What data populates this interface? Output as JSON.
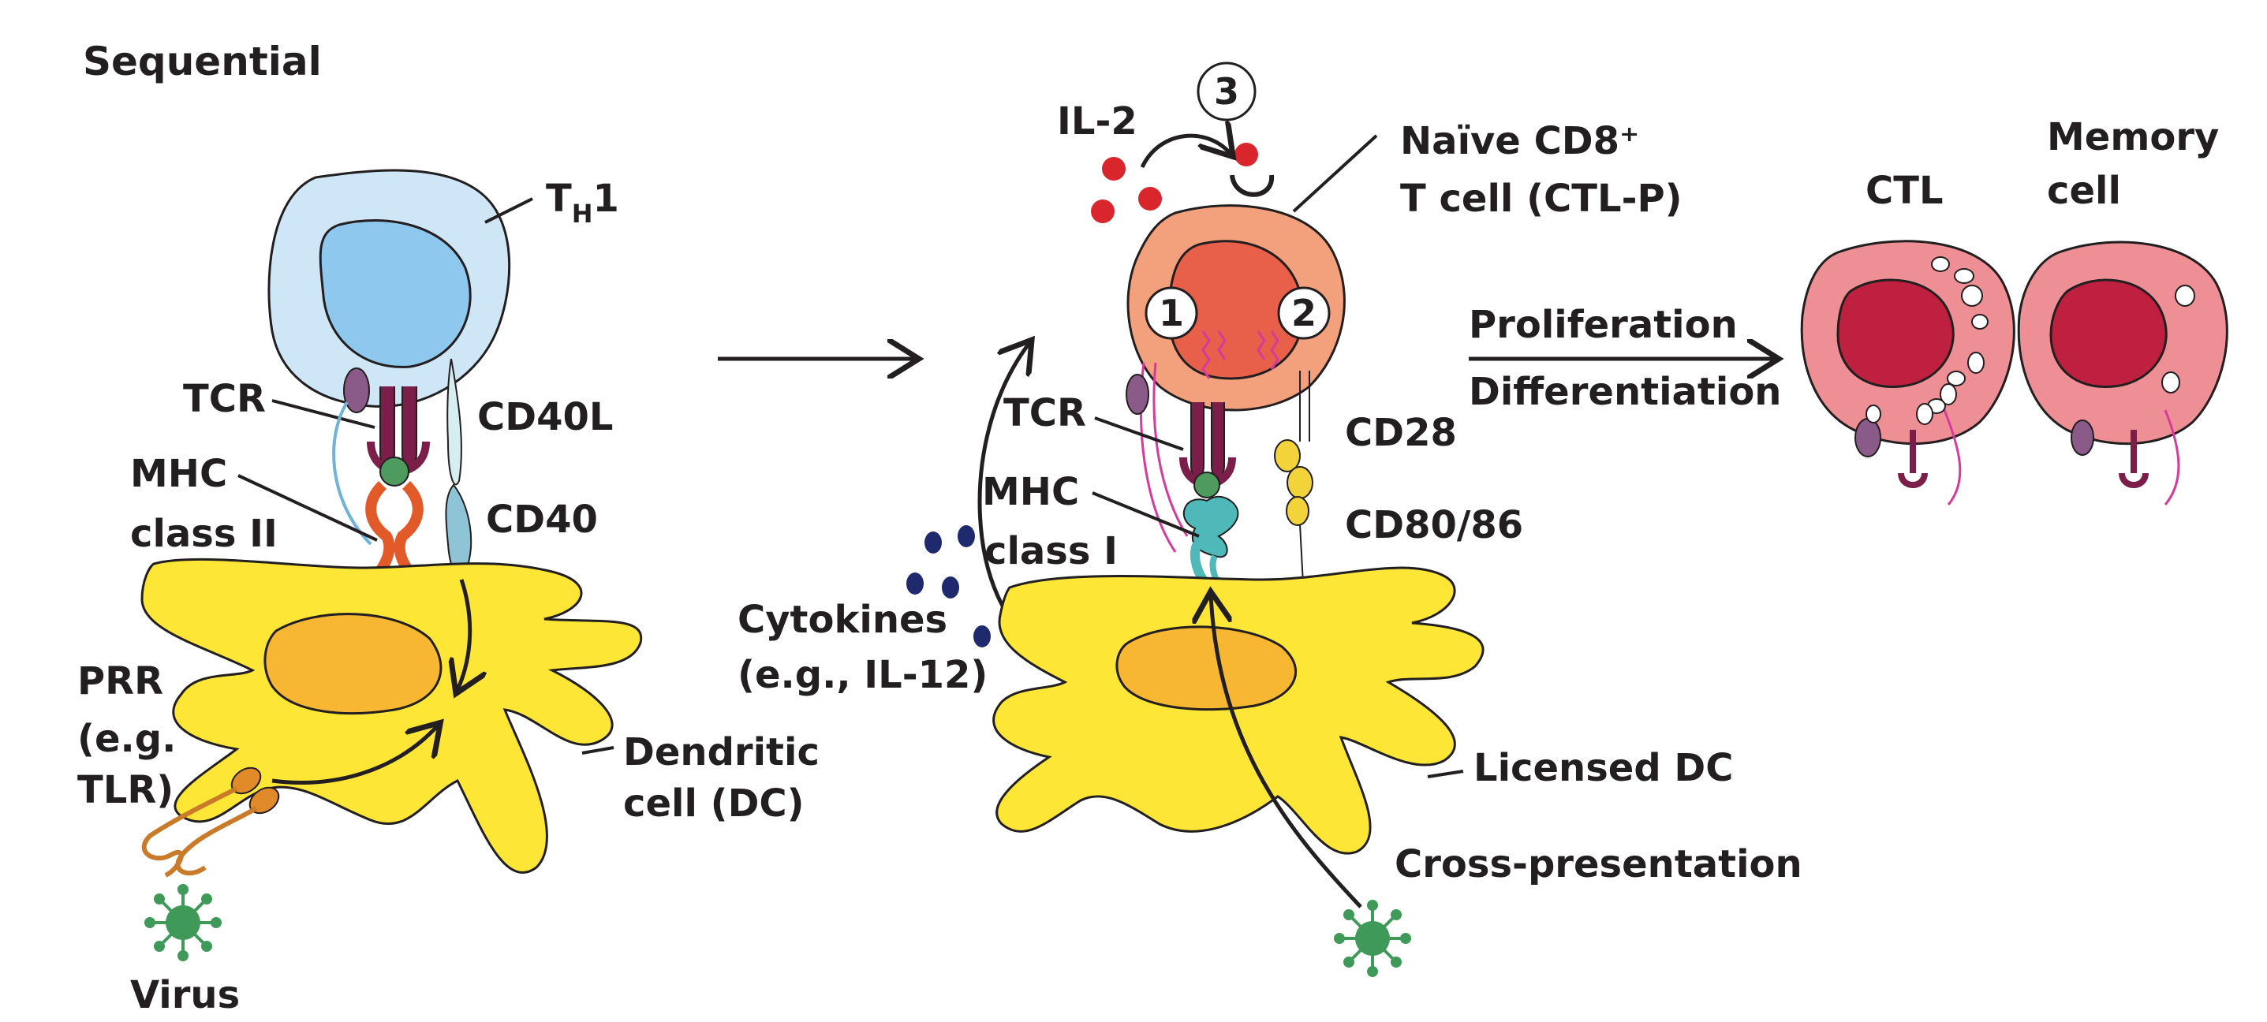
{
  "title": "Sequential",
  "labels": {
    "th1_main": "T",
    "th1_sub": "H",
    "th1_suffix": "1",
    "tcr_left": "TCR",
    "cd40l": "CD40L",
    "mhc_left_line1": "MHC",
    "mhc_left_line2": "class II",
    "cd40": "CD40",
    "prr_line1": "PRR",
    "prr_line2": "(e.g.",
    "prr_line3": "TLR)",
    "virus": "Virus",
    "dc_line1": "Dendritic",
    "dc_line2": "cell (DC)",
    "il2": "IL-2",
    "naive_line1": "Naïve CD8⁺",
    "naive_line2": "T cell (CTL-P)",
    "tcr_right": "TCR",
    "cd28": "CD28",
    "mhc_right_line1": "MHC",
    "mhc_right_line2": "class I",
    "cd80": "CD80/86",
    "cytokines_line1": "Cytokines",
    "cytokines_line2": "(e.g., IL-12)",
    "licensed_dc": "Licensed DC",
    "cross_presentation": "Cross-presentation",
    "proliferation": "Proliferation",
    "differentiation": "Differentiation",
    "ctl": "CTL",
    "memory_line1": "Memory",
    "memory_line2": "cell"
  },
  "steps": [
    "1",
    "2",
    "3"
  ],
  "colors": {
    "th1_outer": "#cfe6f7",
    "th1_inner": "#8fc8ef",
    "dc_body": "#fde636",
    "dc_nucleus": "#f7b733",
    "naive_outer": "#f3a07c",
    "naive_inner": "#e8604a",
    "ctl_outer": "#ee8f95",
    "ctl_inner": "#c02040",
    "tcr": "#7b1f4a",
    "mhc_ii": "#e25a2a",
    "mhc_i": "#4fb8b8",
    "cd40": "#8fc4d6",
    "cd28": "#f2d33a",
    "il2": "#d9262c",
    "cytokine": "#1f2a6e",
    "virus": "#3f9a5a",
    "receptor_pink": "#d63a9a"
  },
  "icons": [
    "virus-icon",
    "arrow-icon",
    "granule-icon"
  ]
}
